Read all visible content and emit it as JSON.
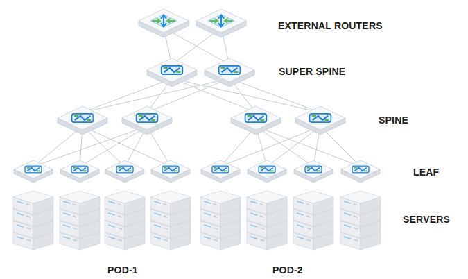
{
  "diagram": {
    "labels": [
      "EXTERNAL ROUTERS",
      "SUPER SPINE",
      "SPINE",
      "LEAF",
      "SERVERS",
      "POD-1",
      "POD-2"
    ]
  }
}
